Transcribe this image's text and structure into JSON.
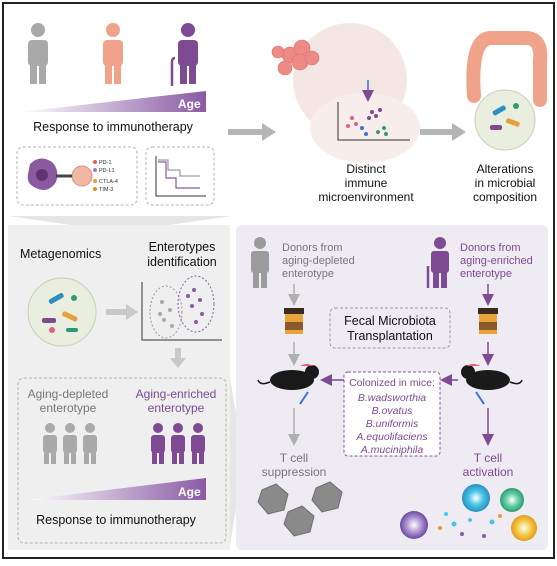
{
  "top": {
    "age_label": "Age",
    "response_label": "Response to immunotherapy",
    "checkpoints": [
      "PD-1",
      "PD-L1",
      "CTLA-4",
      "TIM-3"
    ],
    "microenv_label": [
      "Distinct",
      "immune",
      "microenvironment"
    ],
    "microbial_label": [
      "Alterations",
      "in microbial",
      "composition"
    ]
  },
  "bottom_left": {
    "metagenomics_label": "Metagenomics",
    "enterotypes_label": [
      "Enterotypes",
      "identification"
    ],
    "depleted_label": [
      "Aging-depleted",
      "enterotype"
    ],
    "enriched_label": [
      "Aging-enriched",
      "enterotype"
    ],
    "age_label": "Age",
    "response_label": "Response to immunotherapy"
  },
  "bottom_right": {
    "donor_depleted_label": [
      "Donors from",
      "aging-depleted",
      "enterotype"
    ],
    "donor_enriched_label": [
      "Donors from",
      "aging-enriched",
      "enterotype"
    ],
    "fmt_label": [
      "Fecal Microbiota",
      "Transplantation"
    ],
    "colonized_title": "Colonized in mice:",
    "species": [
      "B.wadsworthia",
      "B.ovatus",
      "B.uniformis",
      "A.equolifaciens",
      "A.muciniphila"
    ],
    "suppression_label": [
      "T cell",
      "suppression"
    ],
    "activation_label": [
      "T cell",
      "activation"
    ]
  },
  "colors": {
    "gray": "#9b9b9b",
    "purple": "#7e4a93",
    "light_purple": "#efebf3",
    "salmon": "#f0a28a",
    "pink": "#e8827e"
  }
}
